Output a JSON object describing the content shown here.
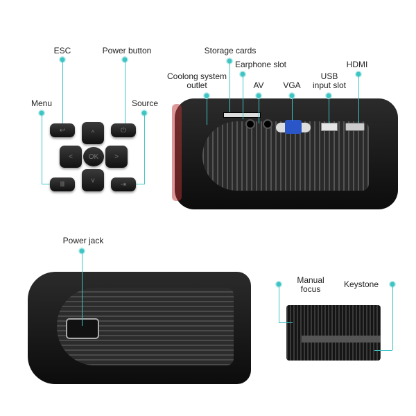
{
  "labels": {
    "esc": "ESC",
    "power_button": "Power button",
    "storage_cards": "Storage cards",
    "earphone_slot": "Earphone slot",
    "cooling_line1": "Coolong system",
    "cooling_line2": "outlet",
    "av": "AV",
    "vga": "VGA",
    "usb_line1": "USB",
    "usb_line2": "input slot",
    "hdmi": "HDMI",
    "menu": "Menu",
    "source": "Source",
    "power_jack": "Power jack",
    "manual_focus_line1": "Manual",
    "manual_focus_line2": "focus",
    "keystone": "Keystone"
  },
  "keypad": {
    "ok": "OK",
    "up": "^",
    "down": "v",
    "left": "<",
    "right": ">"
  },
  "colors": {
    "leader": "#3fc4c4",
    "body": "#1a1a1a"
  }
}
